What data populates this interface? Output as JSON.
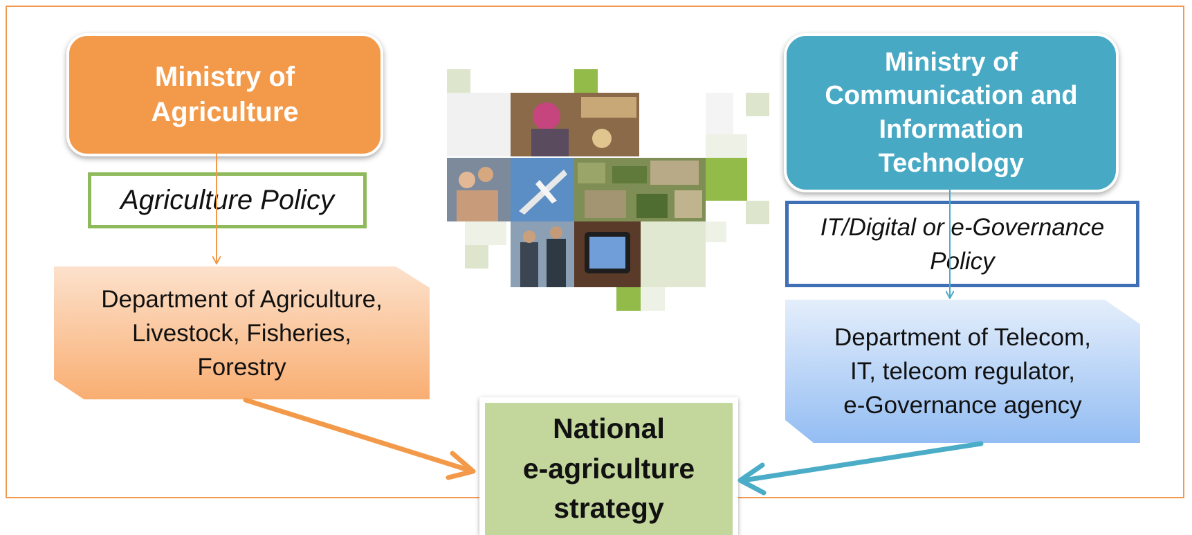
{
  "ministry_agriculture": {
    "line1": "Ministry of",
    "line2": "Agriculture"
  },
  "policy_agriculture": "Agriculture Policy",
  "dept_agriculture": {
    "line1": "Department of Agriculture,",
    "line2": "Livestock, Fisheries,",
    "line3": "Forestry"
  },
  "ministry_it": {
    "line1": "Ministry of",
    "line2": "Communication and",
    "line3": "Information",
    "line4": "Technology"
  },
  "policy_it": {
    "line1": "IT/Digital or e-Governance",
    "line2": "Policy"
  },
  "dept_it": {
    "line1": "Department of Telecom,",
    "line2": "IT, telecom regulator,",
    "line3": "e-Governance agency"
  },
  "strategy": {
    "line1": "National",
    "line2": "e-agriculture",
    "line3": "strategy"
  },
  "colors": {
    "agri_orange": "#f39a4a",
    "it_teal": "#47a9c4",
    "policy_green": "#8fba5c",
    "policy_blue": "#3f6fb5",
    "strategy_green": "#c3d69b",
    "arrow_blue": "#4aacc6"
  }
}
